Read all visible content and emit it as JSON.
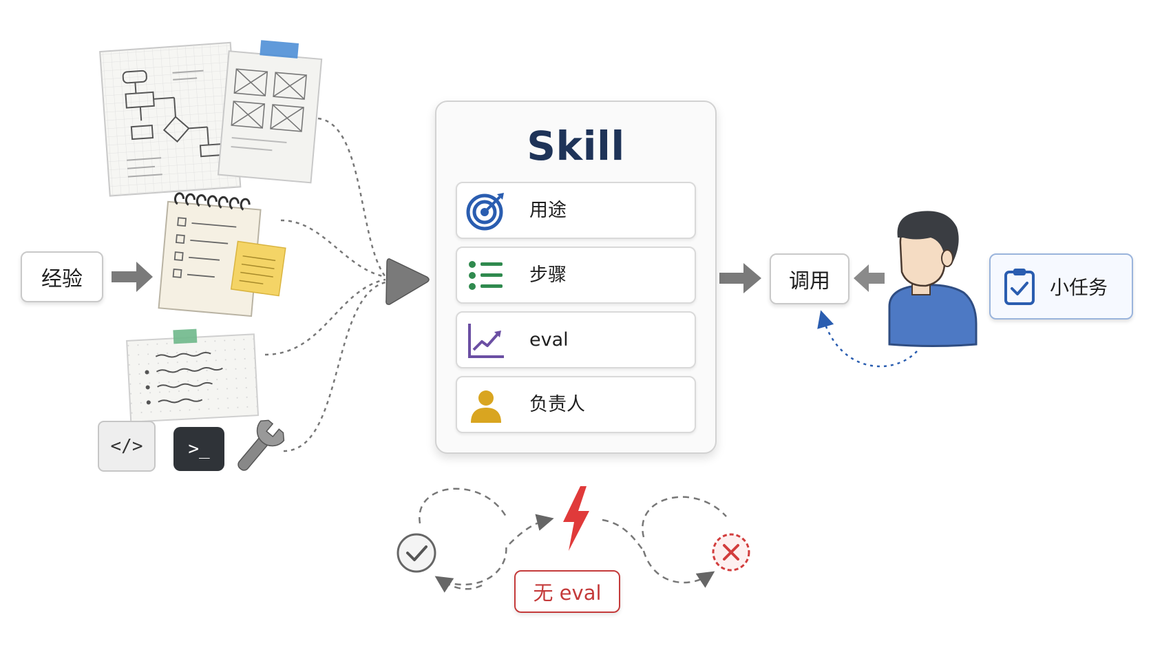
{
  "source": {
    "label": "经验"
  },
  "skill": {
    "title": "Skill",
    "rows": [
      {
        "label": "用途",
        "icon": "target-icon"
      },
      {
        "label": "步骤",
        "icon": "list-icon"
      },
      {
        "label": "eval",
        "icon": "trend-chart-icon"
      },
      {
        "label": "负责人",
        "icon": "person-icon"
      }
    ]
  },
  "invoke": {
    "label": "调用"
  },
  "task": {
    "label": "小任务",
    "icon": "clipboard-check-icon"
  },
  "loop": {
    "badge": "无 eval"
  },
  "tools": {
    "code_glyph": "</>",
    "terminal_glyph": ">_"
  },
  "colors": {
    "title": "#1e3358",
    "accent_blue": "#2a5db0",
    "list_green": "#2f8a4e",
    "chart_purple": "#6b4fa3",
    "owner_gold": "#d9a520",
    "danger_red": "#c43a3a",
    "arrow_gray": "#777777",
    "person_shirt": "#4d79c4"
  }
}
